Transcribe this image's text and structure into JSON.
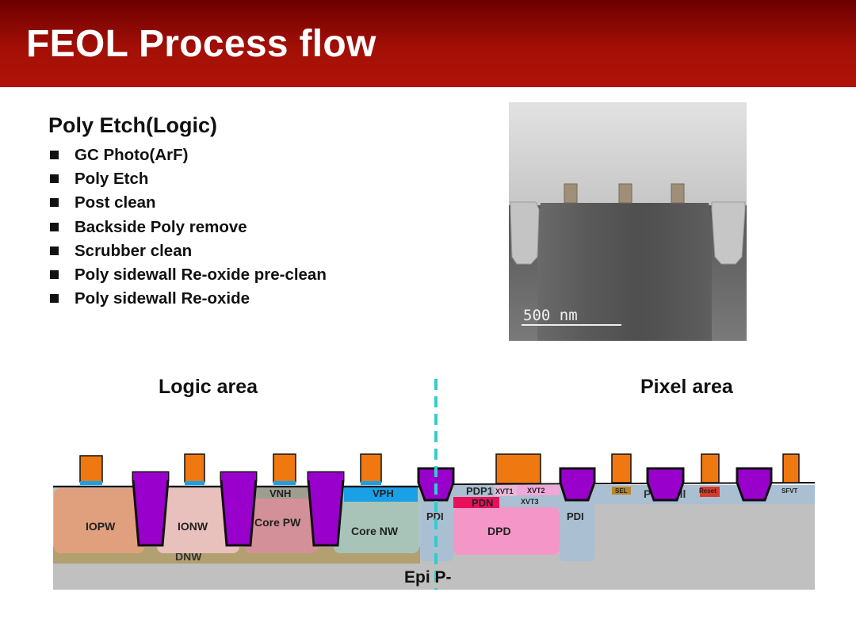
{
  "header": {
    "title": "FEOL Process flow"
  },
  "section": {
    "title": "Poly Etch(Logic)",
    "steps": [
      "GC Photo(ArF)",
      "Poly Etch",
      "Post clean",
      "Backside Poly remove",
      "Scrubber clean",
      "Poly sidewall Re-oxide pre-clean",
      "Poly sidewall Re-oxide"
    ]
  },
  "sem_image": {
    "scale_bar_label": "500 nm"
  },
  "areas": {
    "logic": "Logic area",
    "pixel": "Pixel area"
  },
  "cross_section": {
    "substrate": "Epi P-",
    "deep_well": "DNW",
    "regions": {
      "iopw": "IOPW",
      "ionw": "IONW",
      "core_pw": "Core PW",
      "core_nw": "Core NW",
      "vnh": "VNH",
      "vph": "VPH",
      "pdi_left": "PDI",
      "pdi_right": "PDI",
      "pdp1": "PDP1",
      "pdn": "PDN",
      "dpd": "DPD",
      "xvt1": "XVT1",
      "xvt2": "XVT2",
      "xvt3": "XVT3",
      "pix_well": "Pix Well",
      "sel": "SEL",
      "reset": "Reset",
      "sfvt": "SFVT"
    },
    "colors": {
      "poly": "#f07810",
      "sti": "#9900cc",
      "substrate": "#c0c0c0",
      "dnw": "#b2a070",
      "iopw": "#e0a07e",
      "ionw": "#e8c0bc",
      "core_pw": "#d49098",
      "core_nw": "#a8c4b8",
      "pixel_well": "#aabfd2",
      "dpd": "#f596c8",
      "pdn": "#e8105a",
      "vph": "#1aa0e6",
      "divider": "#33cccc"
    }
  }
}
